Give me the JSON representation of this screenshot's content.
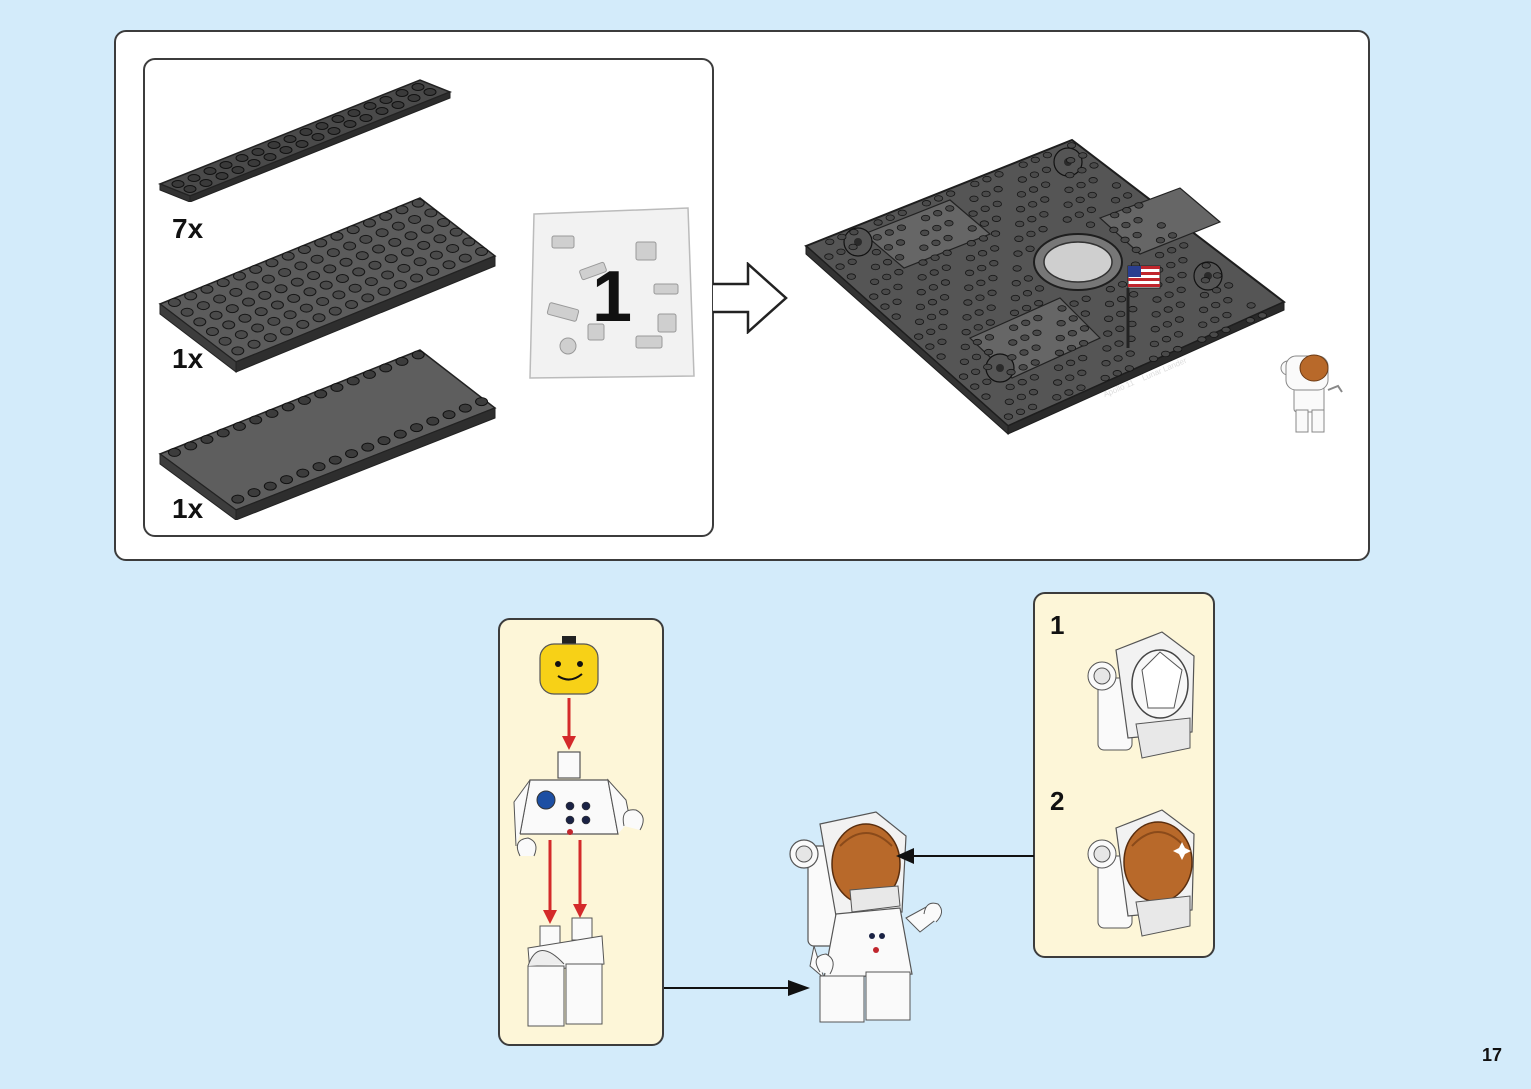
{
  "parts": [
    {
      "qty": "7x",
      "name": "plate-1x16-dark-gray"
    },
    {
      "qty": "1x",
      "name": "plate-6x16-dark-gray"
    },
    {
      "qty": "1x",
      "name": "tile-6x16-dark-gray"
    }
  ],
  "bag": {
    "number": "1"
  },
  "baseplate": {
    "label_left": "Apollo 11",
    "label_right": "Lunar Lander"
  },
  "substeps": [
    {
      "number": "1"
    },
    {
      "number": "2"
    }
  ],
  "page_number": "17",
  "colors": {
    "background": "#d3ebfa",
    "panel": "#ffffff",
    "callout": "#fdf6d8",
    "plate": "#5a5a5a",
    "arrow_red": "#d42a2a",
    "helmet": "#b8692a"
  }
}
